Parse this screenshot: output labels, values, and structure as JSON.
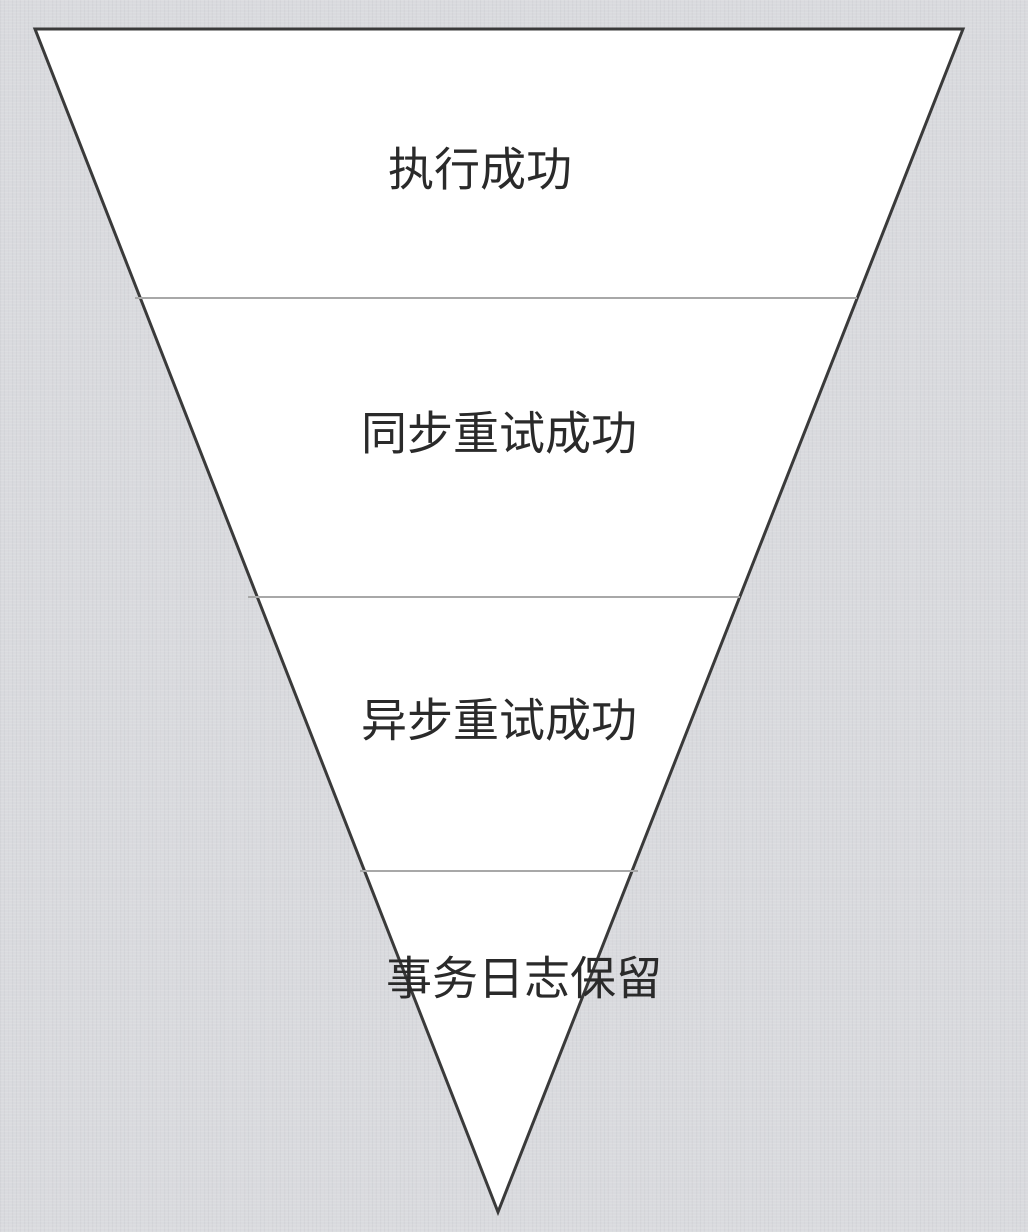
{
  "diagram": {
    "layers": [
      {
        "label": "执行成功"
      },
      {
        "label": "同步重试成功"
      },
      {
        "label": "异步重试成功"
      },
      {
        "label": "事务日志保留"
      }
    ],
    "colors": {
      "fill": "#ffffff",
      "outline": "#3a3a3a",
      "divider": "#a8a8a8",
      "text": "#2a2a2a"
    }
  }
}
